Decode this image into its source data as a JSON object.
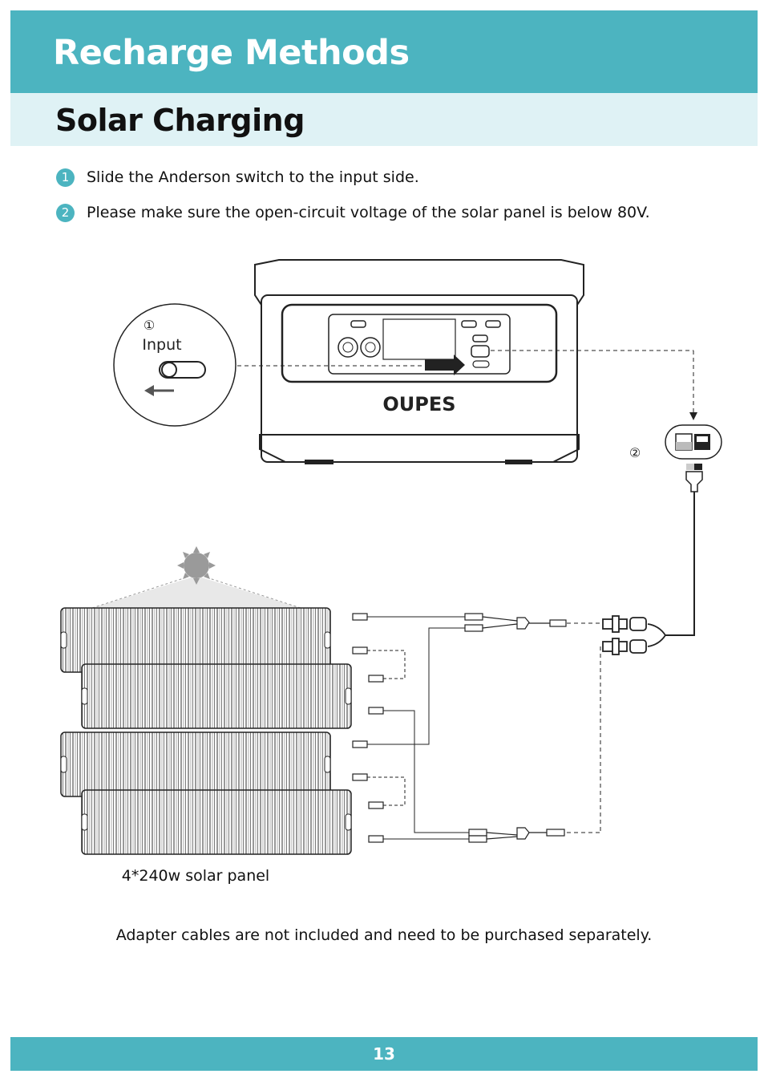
{
  "header": {
    "title": "Recharge Methods"
  },
  "section": {
    "title": "Solar Charging"
  },
  "steps": [
    {
      "num": "1",
      "text": "Slide the Anderson switch to the input side."
    },
    {
      "num": "2",
      "text": "Please make sure the open-circuit voltage of the solar panel is below 80V."
    }
  ],
  "diagram": {
    "callout_num_1": "①",
    "callout_label": "Input",
    "brand": "OUPES",
    "callout_num_2": "②",
    "panel_label": "4*240w solar panel"
  },
  "caption": "Adapter cables are not included and need to be purchased separately.",
  "footer": {
    "page_number": "13"
  },
  "colors": {
    "accent": "#4cb4c0",
    "accent_light": "#dff2f5"
  }
}
